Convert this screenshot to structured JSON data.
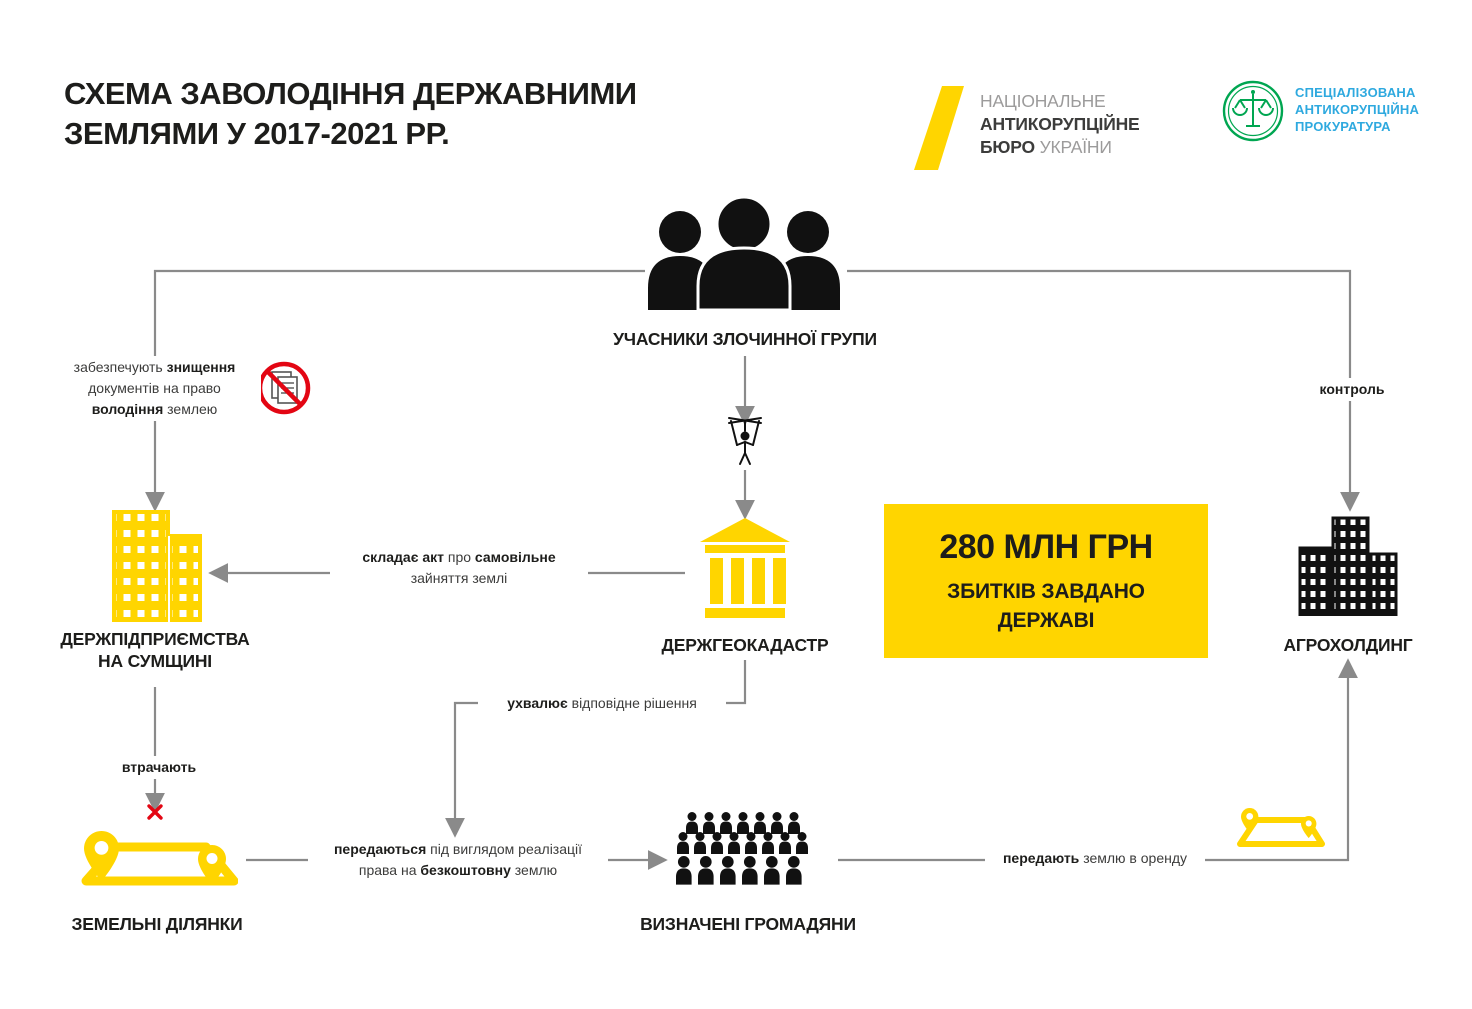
{
  "colors": {
    "yellow": "#FFD500",
    "red": "#E30613",
    "arrow_gray": "#8A8A8A",
    "sap_blue": "#2EA9DF",
    "sap_green": "#00A651",
    "text_dark": "#1D1D1B",
    "text_gray": "#9C9B9B"
  },
  "header": {
    "title_line1": "СХЕМА ЗАВОЛОДІННЯ ДЕРЖАВНИМИ",
    "title_line2": "ЗЕМЛЯМИ У 2017-2021 РР.",
    "nabu": {
      "line1": "НАЦІОНАЛЬНЕ",
      "line2": "АНТИКОРУПЦІЙНЕ",
      "line3_bold": "БЮРО",
      "line3_light": "УКРАЇНИ"
    },
    "sap": {
      "line1": "СПЕЦІАЛІЗОВАНА",
      "line2": "АНТИКОРУПЦІЙНА",
      "line3": "ПРОКУРАТУРА"
    }
  },
  "nodes": {
    "criminal_group": "УЧАСНИКИ ЗЛОЧИННОЇ ГРУПИ",
    "state_enterprises_line1": "ДЕРЖПІДПРИЄМСТВА",
    "state_enterprises_line2": "НА СУМЩИНІ",
    "geocadastre": "ДЕРЖГЕОКАДАСТР",
    "agroholding": "АГРОХОЛДИНГ",
    "land_plots": "ЗЕМЕЛЬНІ ДІЛЯНКИ",
    "citizens": "ВИЗНАЧЕНІ ГРОМАДЯНИ"
  },
  "damage_box": {
    "amount": "280 МЛН ГРН",
    "line2": "ЗБИТКІВ ЗАВДАНО",
    "line3": "ДЕРЖАВІ"
  },
  "edges": {
    "destroy_docs": {
      "l1a": "забезпечують",
      "l1b": "знищення",
      "l2": "документів на право",
      "l3a": "володіння",
      "l3b": "землею"
    },
    "control": "контроль",
    "act": {
      "l1a": "складає акт",
      "l1b": "про",
      "l1c": "самовільне",
      "l2": "зайняття землі"
    },
    "decision": {
      "a": "ухвалює",
      "b": "відповідне рішення"
    },
    "lose": "втрачають",
    "transfer_free": {
      "l1a": "передаються",
      "l1b": "під виглядом реалізації",
      "l2a": "права на",
      "l2b": "безкоштовну",
      "l2c": "землю"
    },
    "lease": {
      "a": "передають",
      "b": "землю в оренду"
    }
  }
}
